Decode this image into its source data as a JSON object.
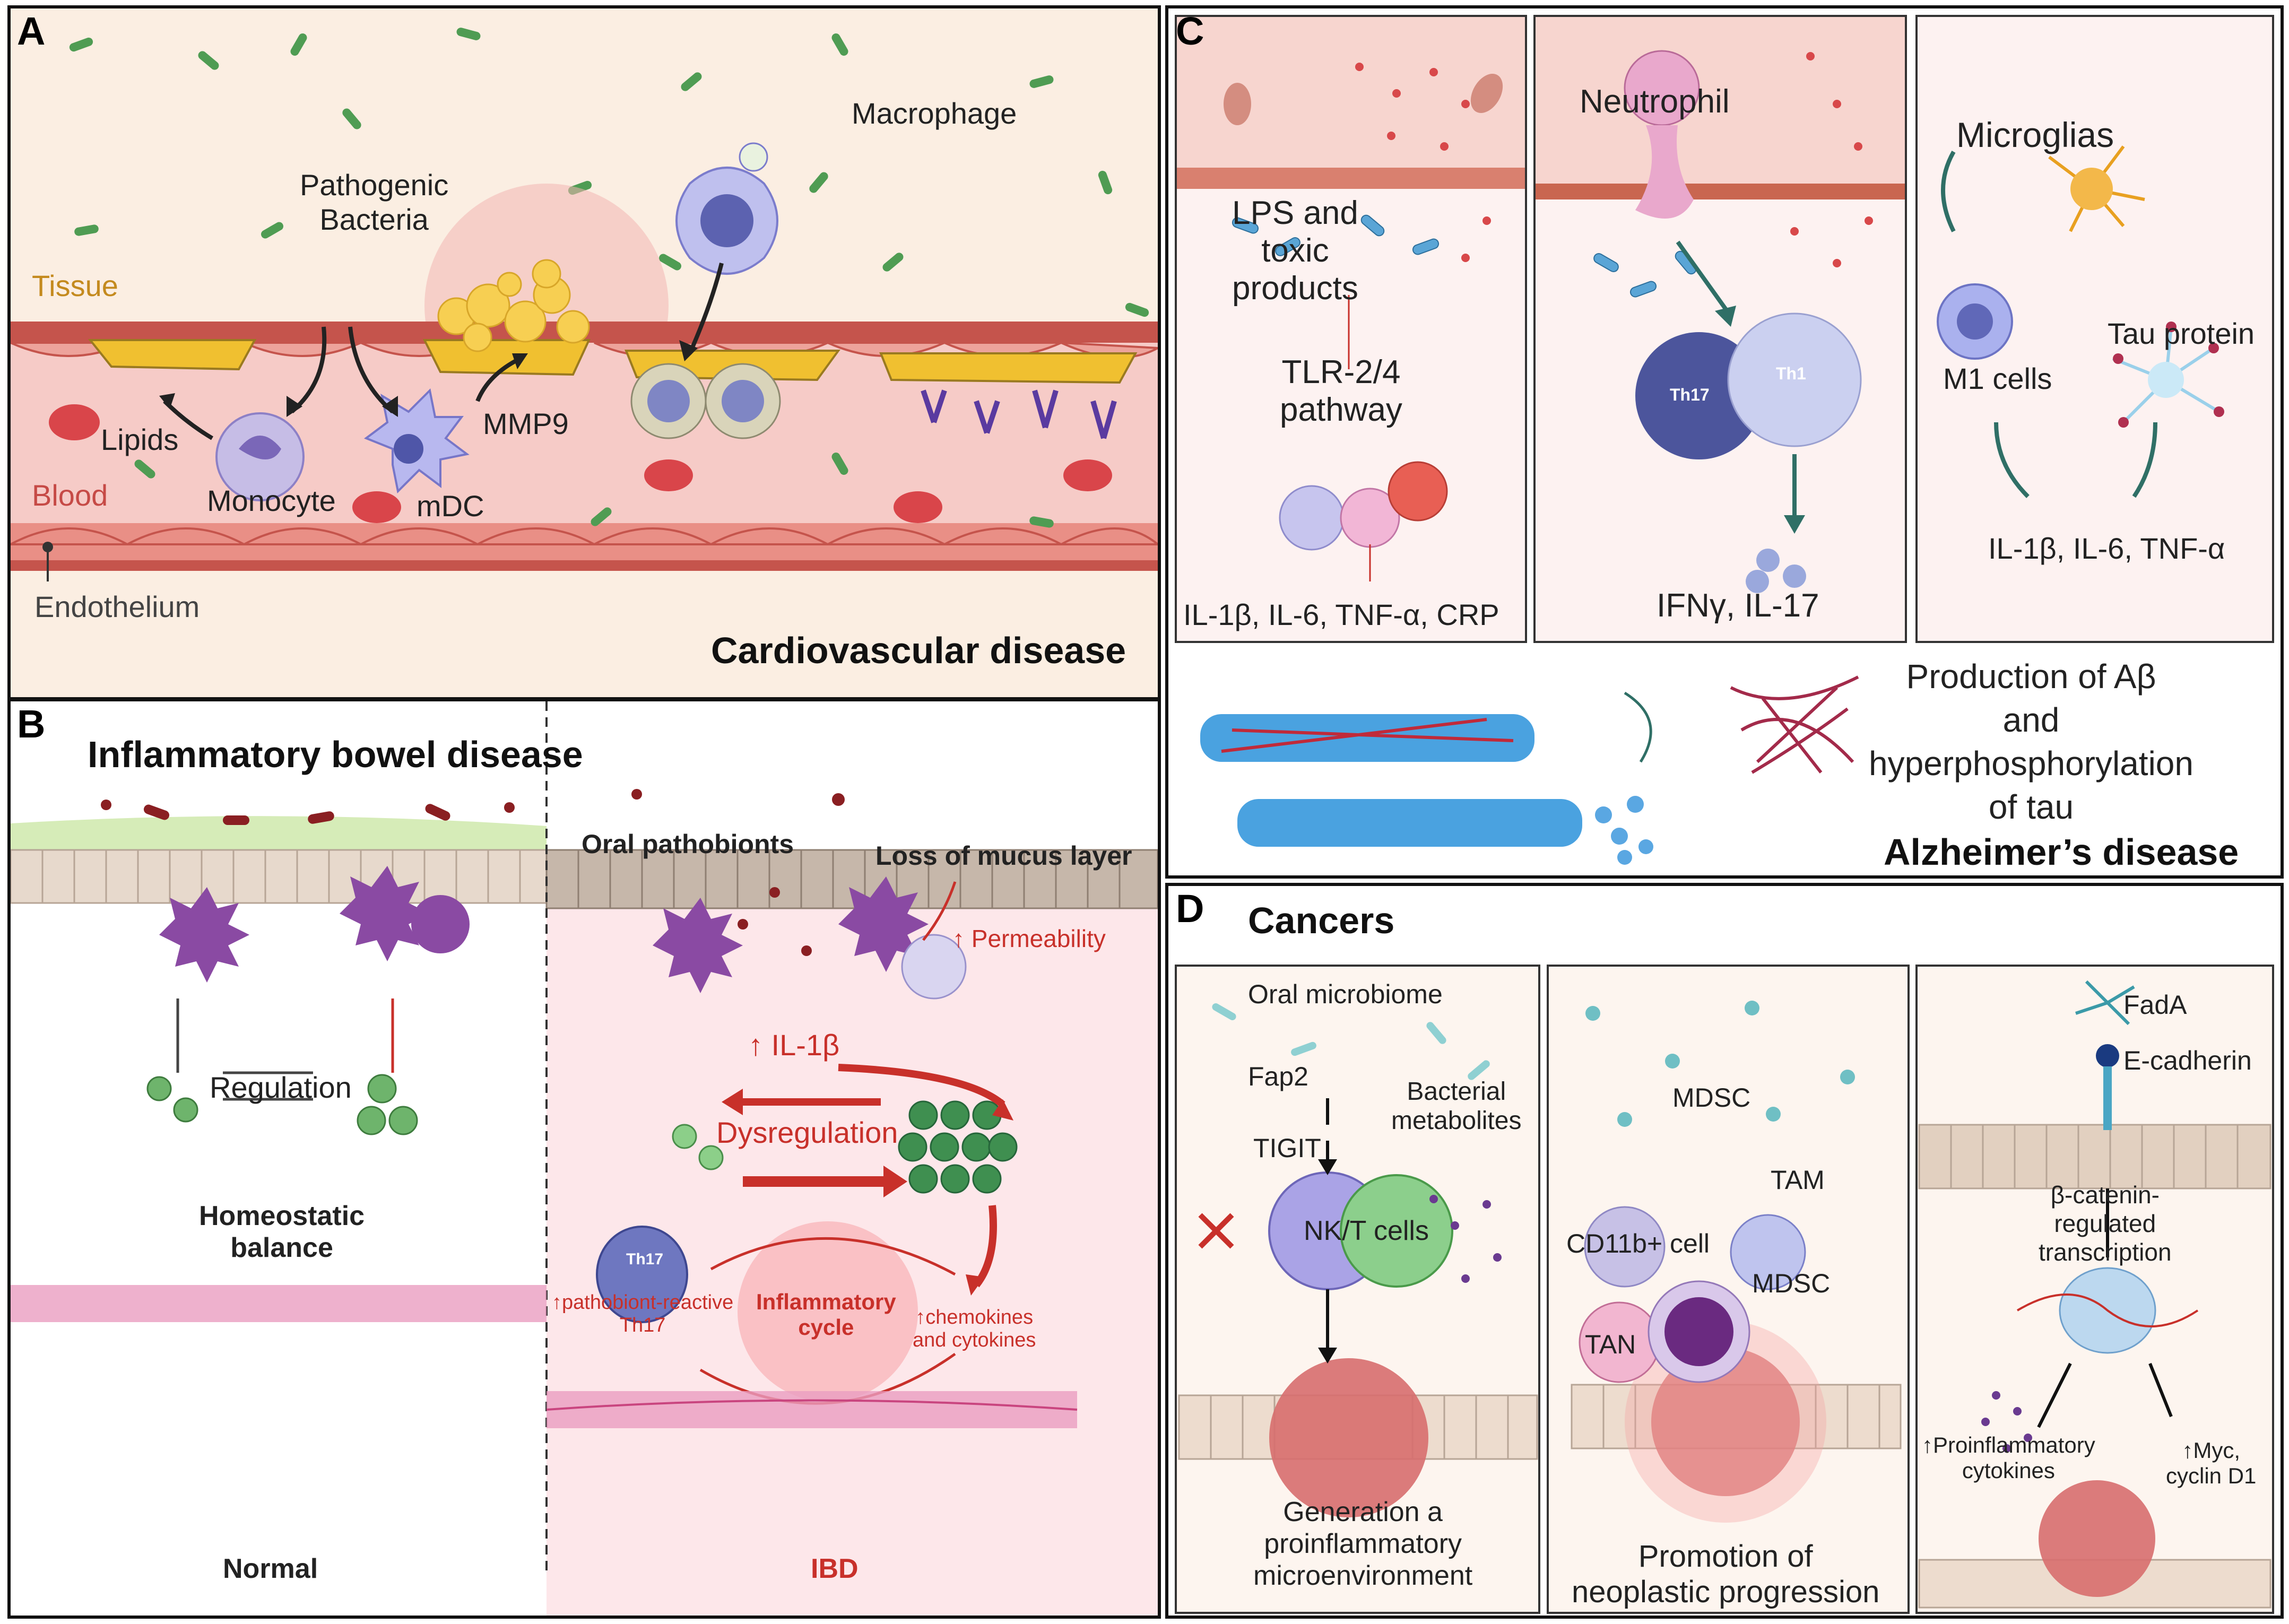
{
  "panels": {
    "a": {
      "letter": "A",
      "title": "Cardiovascular disease",
      "labels": {
        "tissue": "Tissue",
        "blood": "Blood",
        "endothelium": "Endothelium",
        "pathogenic_line1": "Pathogenic",
        "pathogenic_line2": "Bacteria",
        "macrophage": "Macrophage",
        "lipids": "Lipids",
        "monocyte": "Monocyte",
        "mdc": "mDC",
        "mmp9": "MMP9"
      }
    },
    "b": {
      "letter": "B",
      "title": "Inflammatory bowel disease",
      "labels": {
        "regulation": "Regulation",
        "homeostatic_line1": "Homeostatic",
        "homeostatic_line2": "balance",
        "normal": "Normal",
        "ibd": "IBD",
        "oral_pathobionts": "Oral pathobionts",
        "loss_mucus": "Loss of mucus layer",
        "permeability": "↑ Permeability",
        "il1b": "↑ IL-1β",
        "dysregulation": "Dysregulation",
        "th17": "Th17",
        "pathobiont_line1": "↑pathobiont-reactive",
        "pathobiont_line2": "Th17",
        "inflammatory_line1": "Inflammatory",
        "inflammatory_line2": "cycle",
        "chemokines_line1": "↑chemokines",
        "chemokines_line2": "and cytokines"
      }
    },
    "c": {
      "letter": "C",
      "title": "Alzheimer’s disease",
      "labels": {
        "lps_line1": "LPS and",
        "lps_line2": "toxic",
        "lps_line3": "products",
        "tlr_line1": "TLR-2/4",
        "tlr_line2": "pathway",
        "cytokines1": "IL-1β, IL-6, TNF-α, CRP",
        "neutrophil": "Neutrophil",
        "th17": "Th17",
        "th1": "Th1",
        "ifn": "IFNγ, IL-17",
        "microglias": "Microglias",
        "m1": "M1 cells",
        "tau": "Tau protein",
        "cytokines3": "IL-1β, IL-6, TNF-α",
        "abeta_line1": "Production of Aβ",
        "abeta_line2": "and",
        "abeta_line3": "hyperphosphorylation",
        "abeta_line4": "of tau"
      }
    },
    "d": {
      "letter": "D",
      "title": "Cancers",
      "labels": {
        "oral_microbiome": "Oral microbiome",
        "fap2": "Fap2",
        "bact_line1": "Bacterial",
        "bact_line2": "metabolites",
        "tigit": "TIGIT",
        "nkt": "NK/T cells",
        "gen_line1": "Generation a",
        "gen_line2": "proinflammatory",
        "gen_line3": "microenvironment",
        "mdsc1": "MDSC",
        "tam": "TAM",
        "cd11b": "CD11b+ cell",
        "mdsc2": "MDSC",
        "tan": "TAN",
        "prom_line1": "Promotion of",
        "prom_line2": "neoplastic progression",
        "fada": "FadA",
        "ecadherin": "E-cadherin",
        "bcat_line1": "β-catenin-",
        "bcat_line2": "regulated",
        "bcat_line3": "transcription",
        "proinf_line1": "↑Proinflammatory",
        "proinf_line2": "cytokines",
        "myc_line1": "↑Myc,",
        "myc_line2": "cyclin D1"
      }
    }
  },
  "colors": {
    "tissue_bg": "#fbeee2",
    "blood_bg": "#f5c9c6",
    "vessel_wall": "#c8554d",
    "plaque": "#f0c030",
    "bacteria": "#4a9a50",
    "ibd_red": "#c8302a",
    "gut_bg": "#fde8ea"
  }
}
